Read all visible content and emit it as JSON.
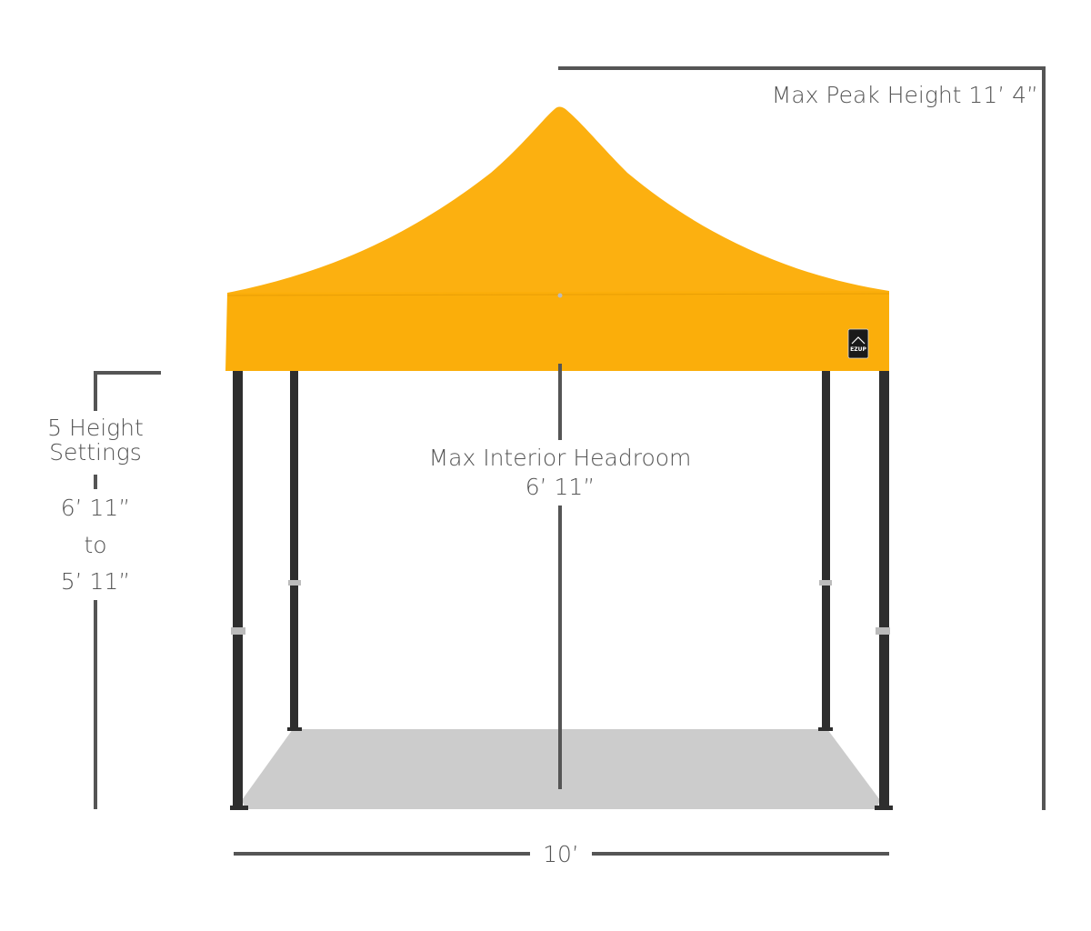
{
  "diagram": {
    "subject": "Pop-up canopy tent dimensions",
    "canopy_color": "#FDB10F",
    "frame_color": "#2E2E2E",
    "floor_color": "#CCCCCC",
    "dimension_line_color": "#555555",
    "brand_badge": "EZUP",
    "labels": {
      "max_peak_height": "Max Peak Height 11’ 4”",
      "height_settings_line1": "5 Height",
      "height_settings_line2": "Settings",
      "height_max": "6’ 11”",
      "height_to": "to",
      "height_min": "5’ 11”",
      "interior_headroom_title": "Max Interior Headroom",
      "interior_headroom_value": "6’ 11”",
      "width": "10’"
    }
  }
}
